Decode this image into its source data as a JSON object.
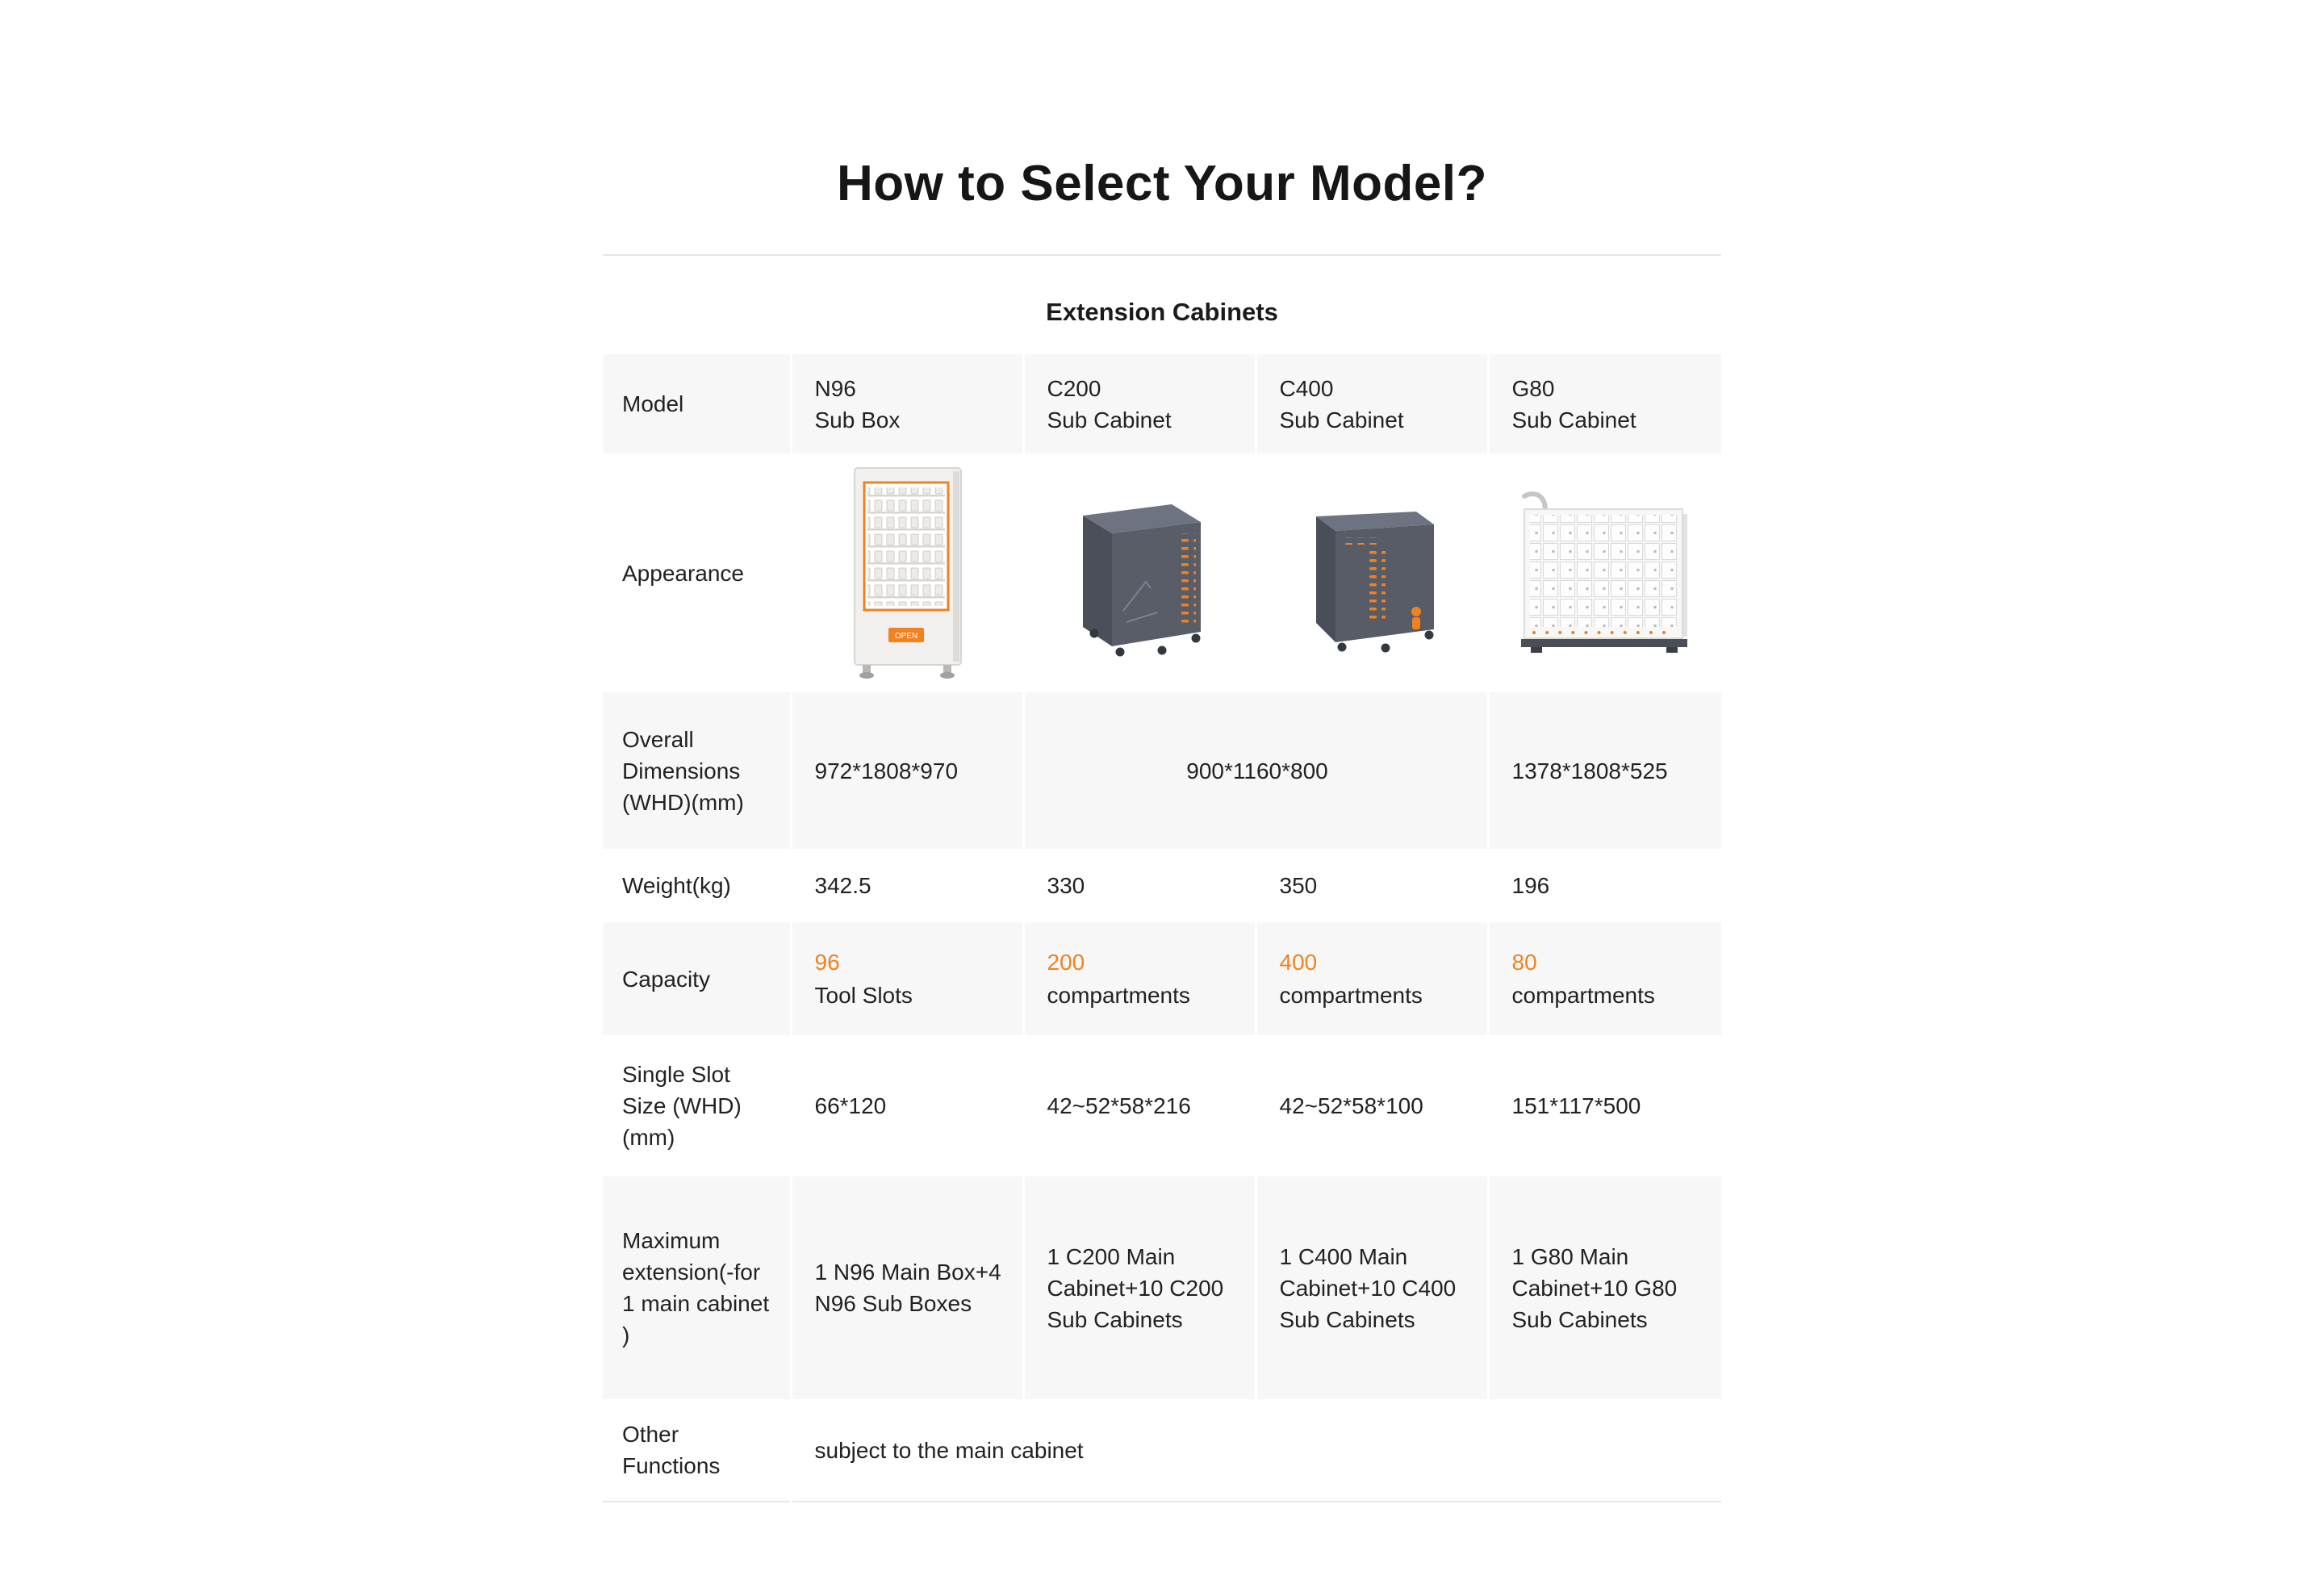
{
  "page": {
    "title": "How to Select Your Model?",
    "section_title": "Extension Cabinets"
  },
  "colors": {
    "accent_orange": "#F0821F",
    "row_background_gray": "#F7F7F8",
    "divider_gray": "#E5E5E5",
    "cabinet_dark_gray": "#575C67"
  },
  "table": {
    "labels": {
      "model": "Model",
      "appearance": "Appearance",
      "dimensions": "Overall Dimensions (WHD)(mm)",
      "weight": "Weight(kg)",
      "capacity": "Capacity",
      "slot_size": "Single Slot Size (WHD)(mm)",
      "max_extension": "Maximum extension(-for 1 main cabinet )",
      "other_functions": "Other Functions"
    },
    "models": [
      {
        "name": "N96",
        "type": "Sub Box",
        "dimensions": "972*1808*970",
        "weight": "342.5",
        "capacity_value": "96",
        "capacity_unit": "Tool Slots",
        "slot_size": "66*120",
        "max_extension": "1 N96 Main Box+4 N96 Sub Boxes"
      },
      {
        "name": "C200",
        "type": "Sub Cabinet",
        "weight": "330",
        "capacity_value": "200",
        "capacity_unit": "compartments",
        "slot_size": "42~52*58*216",
        "max_extension": "1  C200 Main Cabinet+10 C200 Sub Cabinets"
      },
      {
        "name": "C400",
        "type": "Sub Cabinet",
        "weight": "350",
        "capacity_value": "400",
        "capacity_unit": "compartments",
        "slot_size": "42~52*58*100",
        "max_extension": "1  C400  Main Cabinet+10 C400 Sub Cabinets"
      },
      {
        "name": "G80",
        "type": "Sub Cabinet",
        "dimensions": "1378*1808*525",
        "weight": "196",
        "capacity_value": "80",
        "capacity_unit": "compartments",
        "slot_size": "151*117*500",
        "max_extension": "1  G80 Main Cabinet+10 G80 Sub Cabinets"
      }
    ],
    "shared_dimensions_c200_c400": "900*1160*800",
    "other_functions_value": "subject to the main cabinet",
    "open_label": "OPEN"
  },
  "chart_data": {
    "type": "table",
    "title": "How to Select Your Model?",
    "subtitle": "Extension Cabinets",
    "columns": [
      "Model",
      "N96 Sub Box",
      "C200 Sub Cabinet",
      "C400 Sub Cabinet",
      "G80 Sub Cabinet"
    ],
    "rows": [
      [
        "Appearance",
        "product image",
        "product image",
        "product image",
        "product image"
      ],
      [
        "Overall Dimensions (WHD)(mm)",
        "972*1808*970",
        "900*1160*800",
        "900*1160*800",
        "1378*1808*525"
      ],
      [
        "Weight(kg)",
        "342.5",
        "330",
        "350",
        "196"
      ],
      [
        "Capacity",
        "96 Tool Slots",
        "200 compartments",
        "400 compartments",
        "80 compartments"
      ],
      [
        "Single Slot Size (WHD)(mm)",
        "66*120",
        "42~52*58*216",
        "42~52*58*100",
        "151*117*500"
      ],
      [
        "Maximum extension(for 1 main cabinet)",
        "1 N96 Main Box+4 N96 Sub Boxes",
        "1 C200 Main Cabinet+10 C200 Sub Cabinets",
        "1 C400 Main Cabinet+10 C400 Sub Cabinets",
        "1 G80 Main Cabinet+10 G80 Sub Cabinets"
      ],
      [
        "Other Functions",
        "subject to the main cabinet",
        "",
        "",
        ""
      ]
    ],
    "layout_hints": {
      "merged_cells": [
        {
          "row": "Overall Dimensions (WHD)(mm)",
          "spans": [
            "C200 Sub Cabinet",
            "C400 Sub Cabinet"
          ],
          "value": "900*1160*800"
        },
        {
          "row": "Other Functions",
          "spans": "all product columns",
          "value": "subject to the main cabinet"
        }
      ],
      "alternating_row_shading": true,
      "capacity_values_highlighted_orange": true
    }
  }
}
